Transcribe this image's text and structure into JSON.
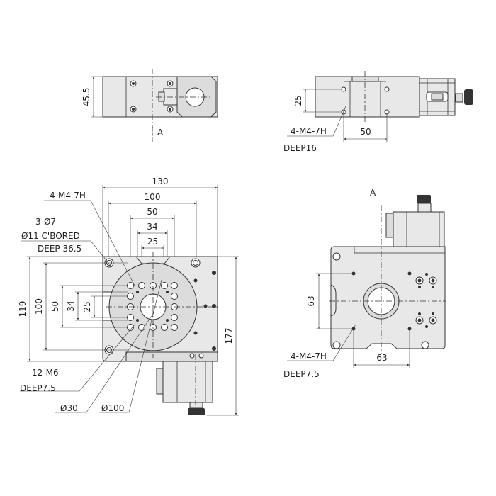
{
  "top_left_view": {
    "height_dim": "45.5",
    "view_label": "A"
  },
  "top_right_view": {
    "height_dim": "25",
    "width_dim": "50",
    "callout_1": "4-M4-7H",
    "callout_2": "DEEP16"
  },
  "plan_view": {
    "dims_horizontal": [
      "130",
      "100",
      "50",
      "34",
      "25"
    ],
    "dims_vertical": [
      "119",
      "100",
      "50",
      "34",
      "25"
    ],
    "overall_dim": "177",
    "callouts": {
      "tap": "4-M4-7H",
      "holes": "3-Ø7",
      "cbore": "Ø11 C'BORED",
      "cbore_deep": "DEEP 36.5",
      "m6": "12-M6",
      "m6_deep": "DEEP7.5",
      "bore": "Ø30",
      "table": "Ø100"
    }
  },
  "view_a": {
    "title": "A",
    "height_dim": "63",
    "width_dim": "63",
    "callout_1": "4-M4-7H",
    "callout_2": "DEEP7.5"
  }
}
